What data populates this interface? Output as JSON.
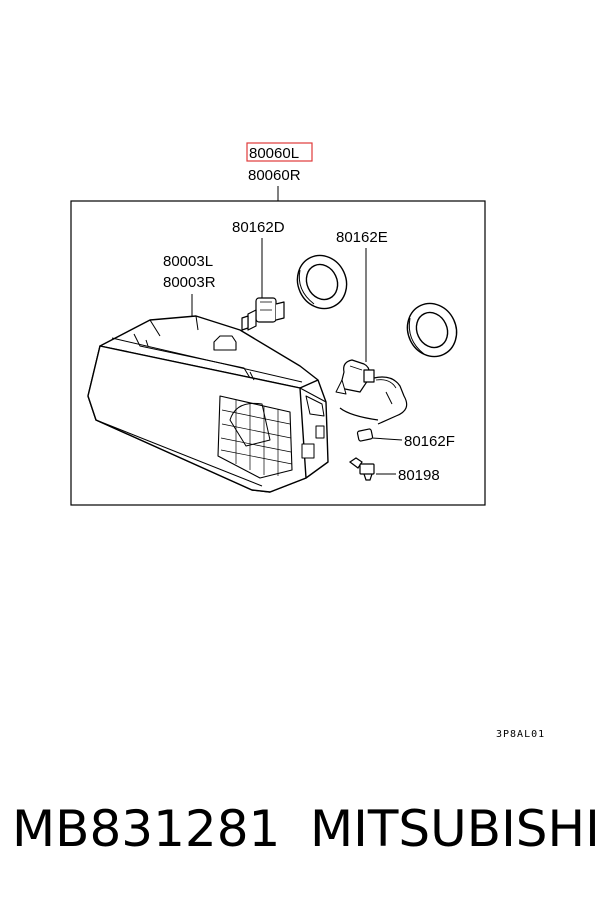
{
  "diagram": {
    "labels": {
      "assembly_left": "80060L",
      "assembly_right": "80060R",
      "bulb": "80162D",
      "seal": "80162E",
      "lens_left": "80003L",
      "lens_right": "80003R",
      "socket": "80162F",
      "screw": "80198"
    },
    "drawing_code": "3P8AL01",
    "highlight_color": "#e03a3a"
  },
  "footer": {
    "part_number": "MB831281",
    "brand": "MITSUBISHI"
  }
}
